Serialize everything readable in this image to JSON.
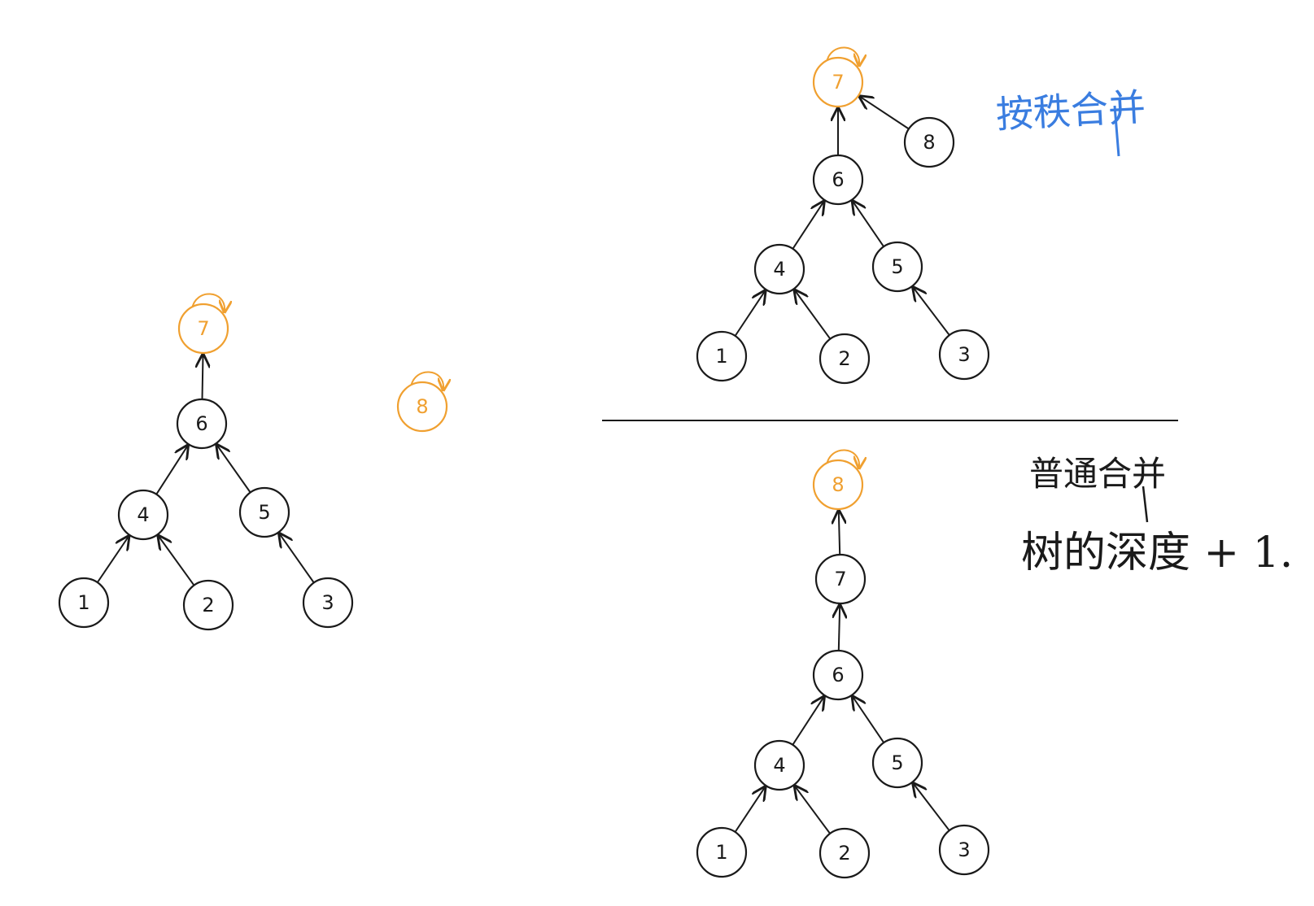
{
  "colors": {
    "black": "#1a1a1a",
    "orange": "#f0a030",
    "blue": "#3a7de0"
  },
  "annotations": {
    "rank_merge": "按秩合并",
    "normal_merge": "普通合并",
    "depth_plus_one": "树的深度 + 1."
  },
  "diagrams": [
    {
      "id": "before",
      "nodes": [
        {
          "id": "7",
          "label": "7",
          "root": true
        },
        {
          "id": "6",
          "label": "6"
        },
        {
          "id": "4",
          "label": "4"
        },
        {
          "id": "5",
          "label": "5"
        },
        {
          "id": "1",
          "label": "1"
        },
        {
          "id": "2",
          "label": "2"
        },
        {
          "id": "3",
          "label": "3"
        },
        {
          "id": "8",
          "label": "8",
          "root": true
        }
      ],
      "edges": [
        [
          "6",
          "7"
        ],
        [
          "4",
          "6"
        ],
        [
          "5",
          "6"
        ],
        [
          "1",
          "4"
        ],
        [
          "2",
          "4"
        ],
        [
          "3",
          "5"
        ]
      ]
    },
    {
      "id": "rank_merge",
      "nodes": [
        {
          "id": "7",
          "label": "7",
          "root": true
        },
        {
          "id": "8",
          "label": "8"
        },
        {
          "id": "6",
          "label": "6"
        },
        {
          "id": "4",
          "label": "4"
        },
        {
          "id": "5",
          "label": "5"
        },
        {
          "id": "1",
          "label": "1"
        },
        {
          "id": "2",
          "label": "2"
        },
        {
          "id": "3",
          "label": "3"
        }
      ],
      "edges": [
        [
          "8",
          "7"
        ],
        [
          "6",
          "7"
        ],
        [
          "4",
          "6"
        ],
        [
          "5",
          "6"
        ],
        [
          "1",
          "4"
        ],
        [
          "2",
          "4"
        ],
        [
          "3",
          "5"
        ]
      ]
    },
    {
      "id": "normal_merge",
      "nodes": [
        {
          "id": "8",
          "label": "8",
          "root": true
        },
        {
          "id": "7",
          "label": "7"
        },
        {
          "id": "6",
          "label": "6"
        },
        {
          "id": "4",
          "label": "4"
        },
        {
          "id": "5",
          "label": "5"
        },
        {
          "id": "1",
          "label": "1"
        },
        {
          "id": "2",
          "label": "2"
        },
        {
          "id": "3",
          "label": "3"
        }
      ],
      "edges": [
        [
          "7",
          "8"
        ],
        [
          "6",
          "7"
        ],
        [
          "4",
          "6"
        ],
        [
          "5",
          "6"
        ],
        [
          "1",
          "4"
        ],
        [
          "2",
          "4"
        ],
        [
          "3",
          "5"
        ]
      ]
    }
  ]
}
